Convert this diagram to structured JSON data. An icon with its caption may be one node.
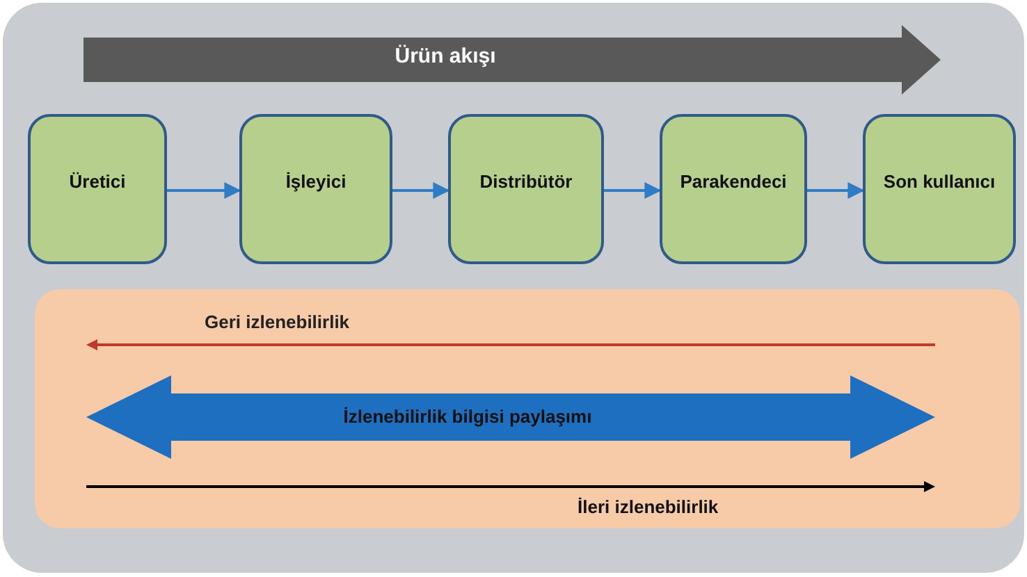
{
  "diagram": {
    "nodes": [
      {
        "text": [
          "Üretici"
        ]
      },
      {
        "text": [
          "İşleyici"
        ]
      },
      {
        "text": [
          "Distribütör"
        ]
      },
      {
        "text": [
          "Parakendeci"
        ]
      },
      {
        "text": [
          "Son kullanıcı"
        ]
      }
    ],
    "edges": [
      {
        "from": 0,
        "to": 1,
        "arrow": "to"
      },
      {
        "from": 1,
        "to": 2,
        "arrow": "to"
      },
      {
        "from": 2,
        "to": 3,
        "arrow": "to"
      },
      {
        "from": 3,
        "to": 4,
        "arrow": "to"
      }
    ],
    "labels": [
      "Ürün akışı",
      "Geri izlenebilirlik",
      "İzlenebilirlik bilgisi paylaşımı",
      "İleri izlenebilirlik"
    ]
  }
}
